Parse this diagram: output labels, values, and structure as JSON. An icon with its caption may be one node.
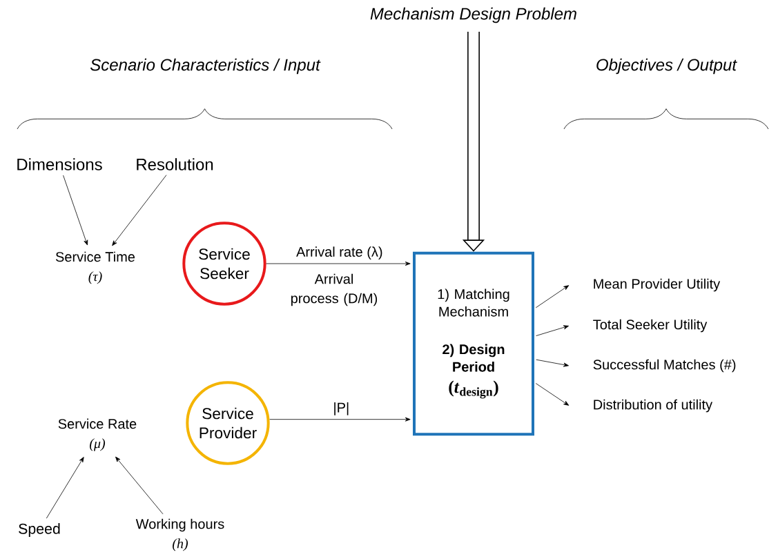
{
  "diagram": {
    "nodes": [
      {
        "text": [
          "Mechanism Design Problem"
        ]
      },
      {
        "text": [
          "Dimensions"
        ]
      },
      {
        "text": [
          "Resolution"
        ]
      },
      {
        "text": [
          "Service Time",
          "(τ)"
        ]
      },
      {
        "text": [
          "Service Seeker"
        ]
      },
      {
        "text": [
          "Service Provider"
        ]
      },
      {
        "text": [
          "Service Rate",
          "(μ)"
        ]
      },
      {
        "text": [
          "Speed"
        ]
      },
      {
        "text": [
          "Working hours",
          "(h)"
        ]
      },
      {
        "text": [
          "1) Matching Mechanism",
          "2) Design Period",
          "(*t*$_{design}$)"
        ]
      },
      {
        "text": [
          "Mean Provider Utility"
        ]
      },
      {
        "text": [
          "Total Seeker Utility"
        ]
      },
      {
        "text": [
          "Successful Matches (#)"
        ]
      },
      {
        "text": [
          "Distribution of utility"
        ]
      }
    ],
    "edges": [
      {
        "from": 0,
        "to": 9,
        "arrow": "to",
        "style": "thick"
      },
      {
        "from": 1,
        "to": 3,
        "arrow": "to"
      },
      {
        "from": 2,
        "to": 3,
        "arrow": "to"
      },
      {
        "from": 4,
        "to": 9,
        "arrow": "to",
        "label": "Arrival rate (λ)"
      },
      {
        "from": 5,
        "to": 9,
        "arrow": "to",
        "label": "|P|"
      },
      {
        "from": 7,
        "to": 6,
        "arrow": "to"
      },
      {
        "from": 8,
        "to": 6,
        "arrow": "to"
      },
      {
        "from": 9,
        "to": 10,
        "arrow": "to"
      },
      {
        "from": 9,
        "to": 11,
        "arrow": "to"
      },
      {
        "from": 9,
        "to": 12,
        "arrow": "to"
      },
      {
        "from": 9,
        "to": 13,
        "arrow": "to"
      }
    ],
    "labels": [
      "Scenario Characteristics / Input",
      "Objectives / Output",
      "Arrival process (D/M)"
    ]
  }
}
